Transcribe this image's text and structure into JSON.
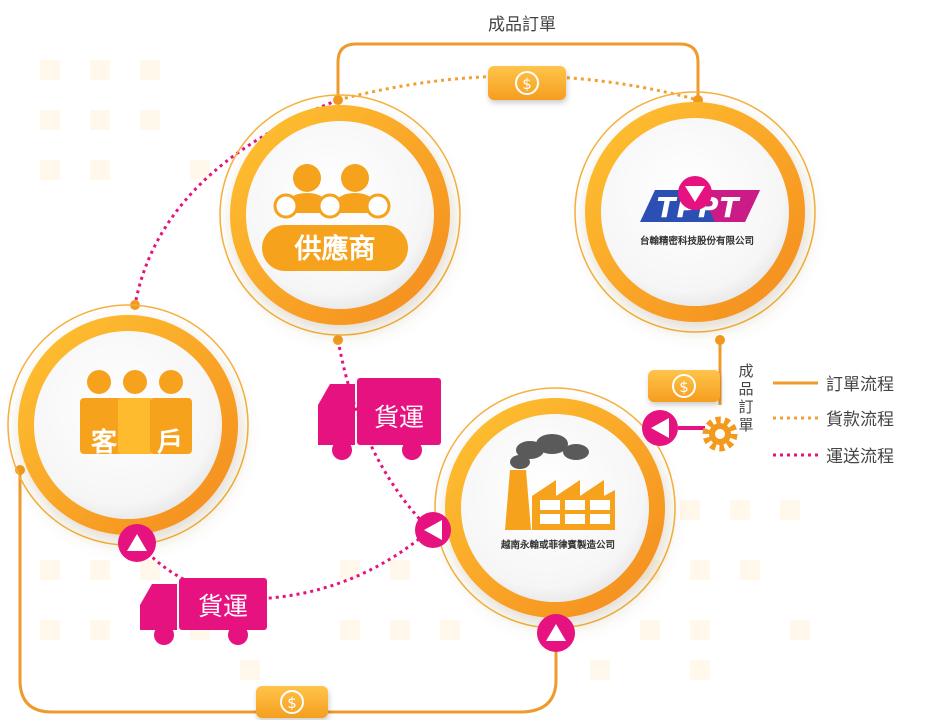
{
  "diagram": {
    "top_label": "成品訂單",
    "side_label_chars": [
      "成",
      "品",
      "訂",
      "單"
    ],
    "nodes": {
      "supplier": {
        "label": "供應商"
      },
      "tppt": {
        "logo_text": "TPPT",
        "label": "台翰精密科技股份有限公司"
      },
      "customer": {
        "label_left": "客",
        "label_right": "戶"
      },
      "factory": {
        "label": "越南永翰或菲律賓製造公司"
      }
    },
    "trucks": [
      {
        "label": "貨運"
      },
      {
        "label": "貨運"
      }
    ],
    "dollar_badges": [
      {
        "symbol": "$"
      },
      {
        "symbol": "$"
      },
      {
        "symbol": "$"
      }
    ],
    "legend": [
      {
        "label": "訂單流程",
        "style": "solid",
        "color": "#ef9a2c"
      },
      {
        "label": "貨款流程",
        "style": "dotted",
        "color": "#f2a033"
      },
      {
        "label": "運送流程",
        "style": "dotted",
        "color": "#e6127f"
      }
    ],
    "colors": {
      "orange": "#f7a21b",
      "orange_dark": "#ef7d1a",
      "pink": "#e6127f",
      "yellow": "#ffd34d"
    }
  }
}
